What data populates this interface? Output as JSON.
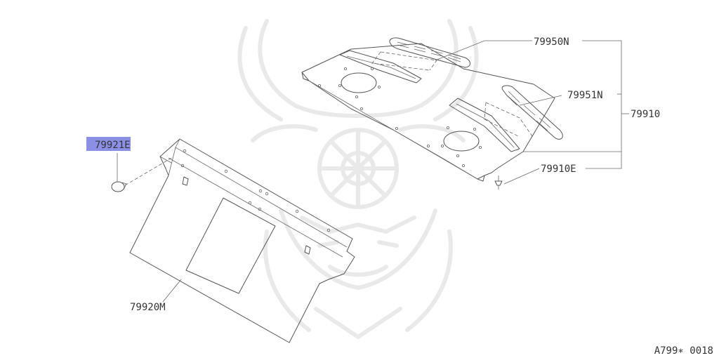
{
  "diagram": {
    "parts": {
      "p79950N": "79950N",
      "p79951N": "79951N",
      "p79910": "79910",
      "p79910E": "79910E",
      "p79921E": "79921E",
      "p79920M": "79920M"
    },
    "highlighted_part": "79921E",
    "highlight_color": "#8b8fe6",
    "figure_code": "A799∗ 0018"
  }
}
